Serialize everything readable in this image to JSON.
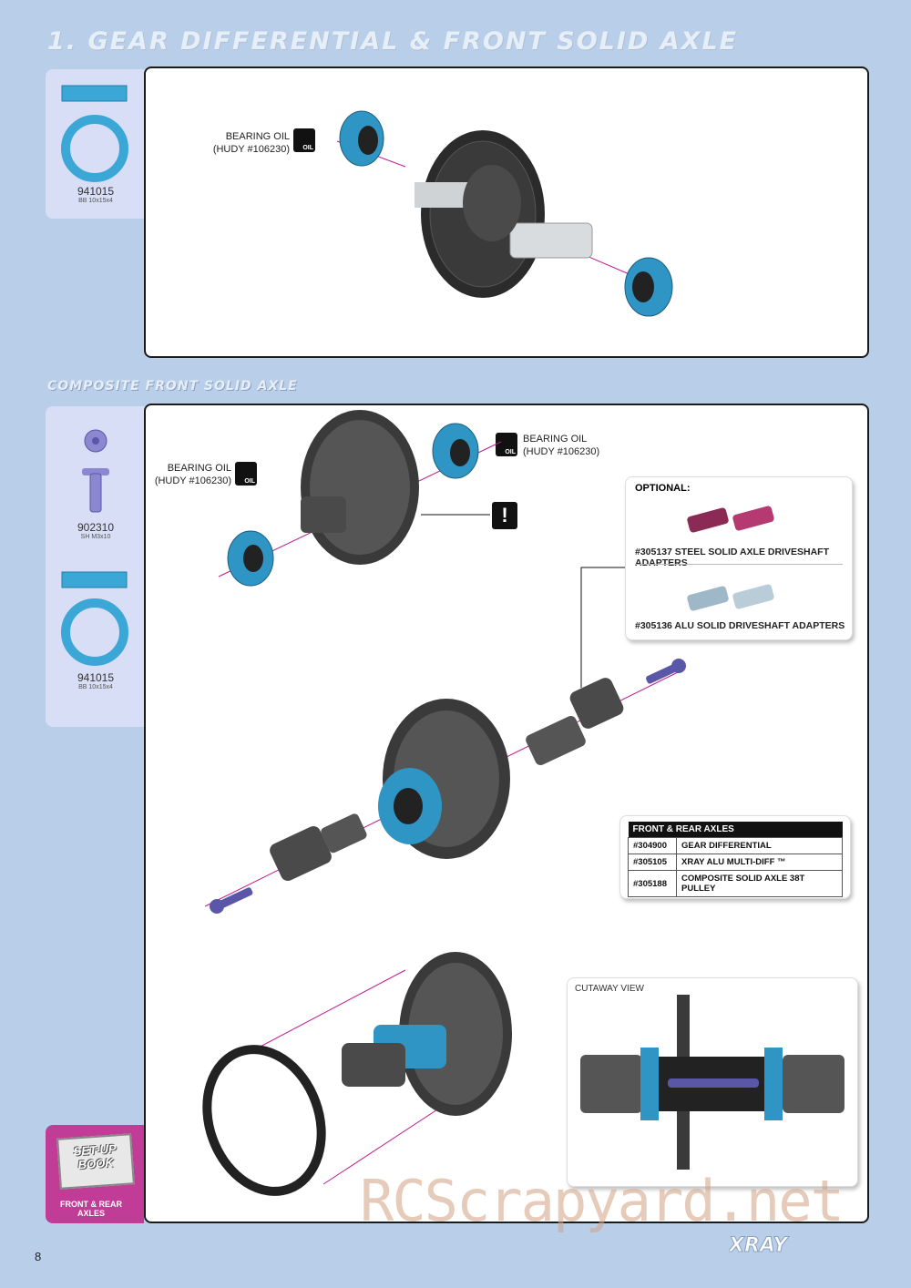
{
  "page": {
    "title": "1. GEAR DIFFERENTIAL & FRONT SOLID AXLE",
    "section_title": "COMPOSITE FRONT SOLID AXLE",
    "page_number": "8",
    "watermark": "RCScrapyard.net",
    "brand_logo": "XRAY"
  },
  "step1": {
    "parts": [
      {
        "number": "941015",
        "desc": "BB 10x15x4",
        "icon": "ball-bearing-icon"
      }
    ],
    "bearing_oil": {
      "line1": "BEARING OIL",
      "line2": "(HUDY #106230)",
      "icon_text": "OIL"
    }
  },
  "step2": {
    "parts": [
      {
        "number": "902310",
        "desc": "SH M3x10",
        "icon": "screw-icon"
      },
      {
        "number": "941015",
        "desc": "BB 10x15x4",
        "icon": "ball-bearing-icon"
      }
    ],
    "bearing_oil_left": {
      "line1": "BEARING OIL",
      "line2": "(HUDY #106230)",
      "icon_text": "OIL"
    },
    "bearing_oil_right": {
      "line1": "BEARING OIL",
      "line2": "(HUDY #106230)",
      "icon_text": "OIL"
    },
    "warning_symbol": "!",
    "optional": {
      "title": "OPTIONAL:",
      "items": [
        "#305137 STEEL SOLID AXLE DRIVESHAFT ADAPTERS",
        "#305136 ALU SOLID DRIVESHAFT ADAPTERS"
      ]
    },
    "axles_table": {
      "header": "FRONT & REAR AXLES",
      "rows": [
        [
          "#304900",
          "GEAR DIFFERENTIAL"
        ],
        [
          "#305105",
          "XRAY ALU MULTI-DIFF ™"
        ],
        [
          "#305188",
          "COMPOSITE SOLID AXLE 38T PULLEY"
        ]
      ]
    },
    "cutaway_label": "CUTAWAY VIEW",
    "setup_book": {
      "line1": "SET-UP",
      "line2": "BOOK",
      "caption": "FRONT & REAR AXLES"
    }
  }
}
